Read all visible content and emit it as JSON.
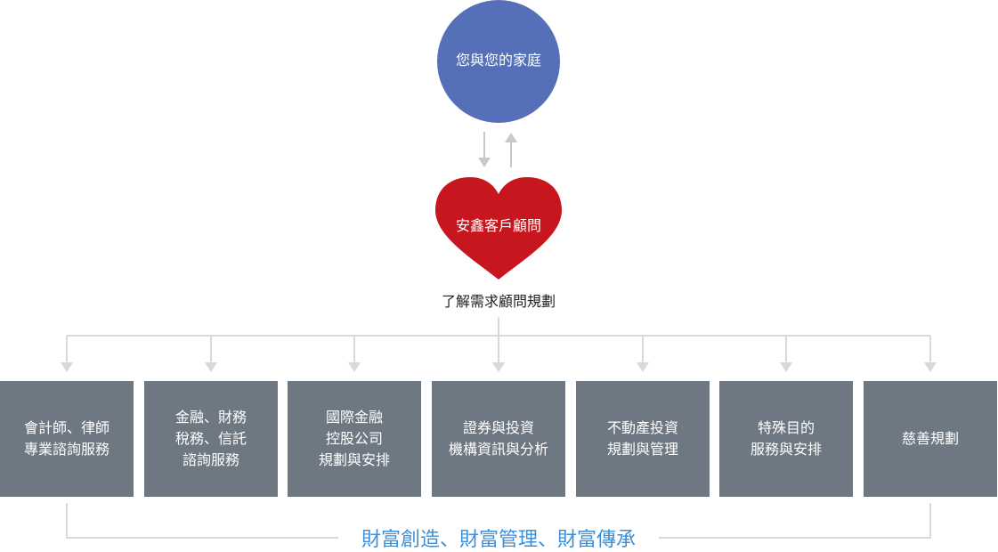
{
  "top_node": {
    "label": "您與您的家庭",
    "color": "#5570b8"
  },
  "advisor_node": {
    "label": "安鑫客戶顧問",
    "color": "#c8161e"
  },
  "needs_label": "了解需求顧問規劃",
  "services": [
    {
      "label": "會計師、律師\n專業諮詢服務"
    },
    {
      "label": "金融、財務\n稅務、信託\n諮詢服務"
    },
    {
      "label": "國際金融\n控股公司\n規劃與安排"
    },
    {
      "label": "證券與投資\n機構資訊與分析"
    },
    {
      "label": "不動產投資\n規劃與管理"
    },
    {
      "label": "特殊目的\n服務與安排"
    },
    {
      "label": "慈善規劃"
    }
  ],
  "bottom_banner": {
    "label": "財富創造、財富管理、財富傳承",
    "color": "#3b8fd8"
  },
  "box_color": "#6e7882",
  "connector_color": "#d9d9d9"
}
